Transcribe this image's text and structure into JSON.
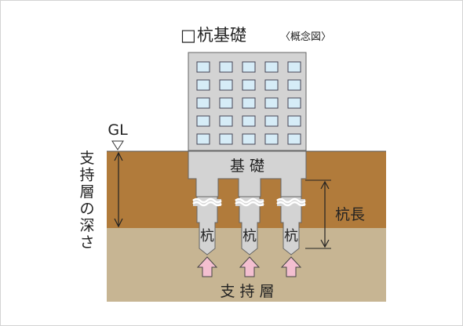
{
  "title": {
    "box": "□",
    "main": "杭基礎",
    "sub": "〈概念図〉"
  },
  "labels": {
    "gl": "GL",
    "depth_label": "支持層の深さ",
    "foundation": "基 礎",
    "pile": "杭",
    "pile_length": "杭長",
    "bearing_layer": "支 持 層"
  },
  "colors": {
    "soil_upper": "#b17b3b",
    "soil_lower": "#c7b593",
    "building": "#d3d3d3",
    "window": "#d6ecf7",
    "foundation": "#d3d3d3",
    "arrow": "#f3bfd0"
  },
  "building": {
    "window_rows": 5,
    "window_cols": 5
  },
  "piles_count": 3
}
